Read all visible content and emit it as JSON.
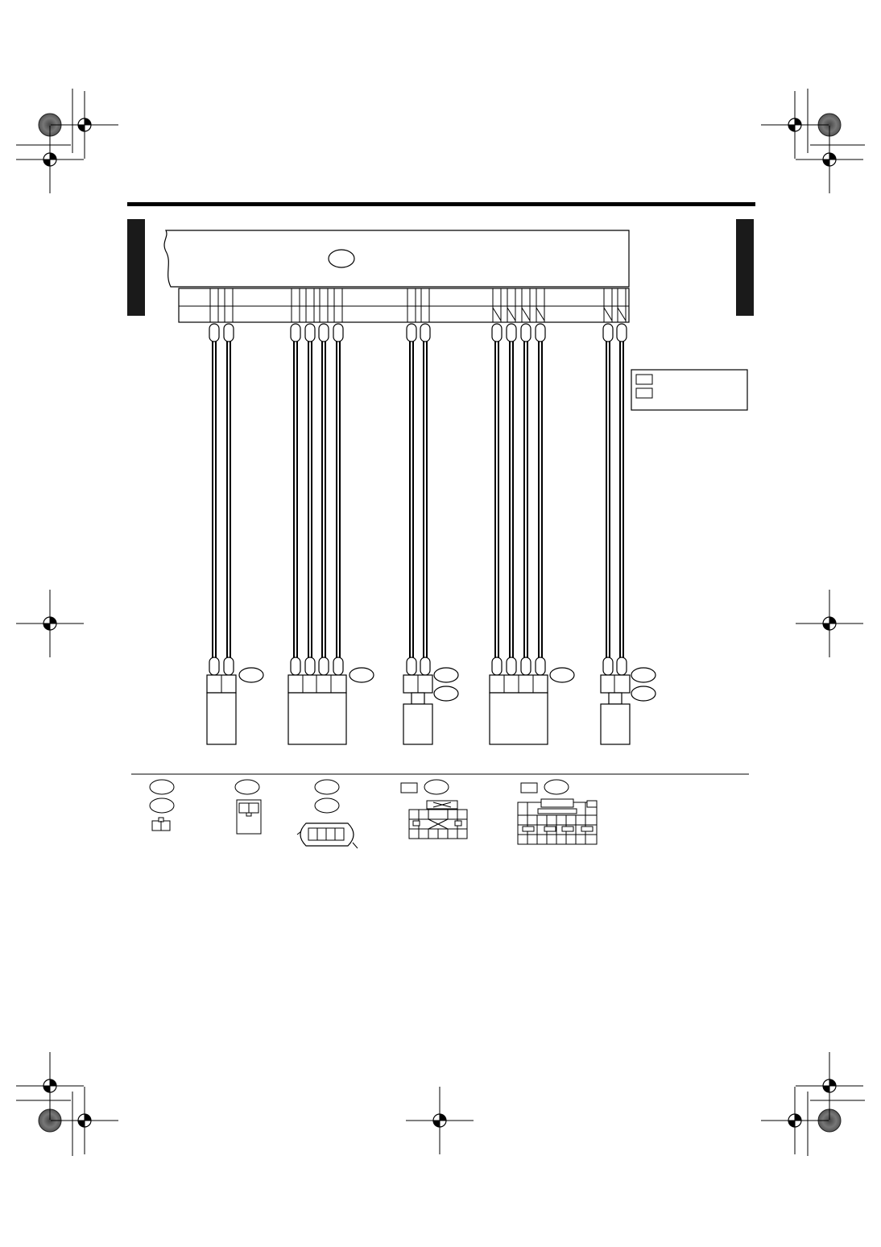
{
  "page": {
    "background": "#ffffff",
    "ink": "#000000",
    "accent": "#2a2a2a"
  },
  "header": {
    "rule": "solid black bar",
    "side_tabs": [
      "left-tab",
      "right-tab"
    ]
  },
  "control_unit": {
    "label": "",
    "badge": ""
  },
  "legend": {
    "entries": [
      {
        "key": "",
        "text": ""
      },
      {
        "key": "",
        "text": ""
      }
    ]
  },
  "harness": {
    "groups": [
      {
        "id": "g1",
        "wires": 2,
        "callouts": [
          ""
        ]
      },
      {
        "id": "g2",
        "wires": 4,
        "callouts": [
          ""
        ]
      },
      {
        "id": "g3",
        "wires": 2,
        "callouts": [
          "",
          ""
        ]
      },
      {
        "id": "g4",
        "wires": 4,
        "callouts": [
          ""
        ]
      },
      {
        "id": "g5",
        "wires": 2,
        "callouts": [
          "",
          ""
        ]
      }
    ]
  },
  "connector_views": {
    "items": [
      {
        "id": "cv1",
        "shape": "2-pin small",
        "callouts": [
          "",
          ""
        ]
      },
      {
        "id": "cv2",
        "shape": "2-pin vertical",
        "callouts": [
          ""
        ]
      },
      {
        "id": "cv3",
        "shape": "4-pin oval",
        "callouts": [
          "",
          ""
        ]
      },
      {
        "id": "cv4",
        "shape": "multi-pin locking",
        "key": "",
        "callouts": [
          ""
        ]
      },
      {
        "id": "cv5",
        "shape": "multi-pin large",
        "key": "",
        "callouts": [
          ""
        ]
      }
    ]
  },
  "icons": {
    "registration": "registration-crosshair-icon",
    "color_bar": "color-registration-circle-icon"
  }
}
